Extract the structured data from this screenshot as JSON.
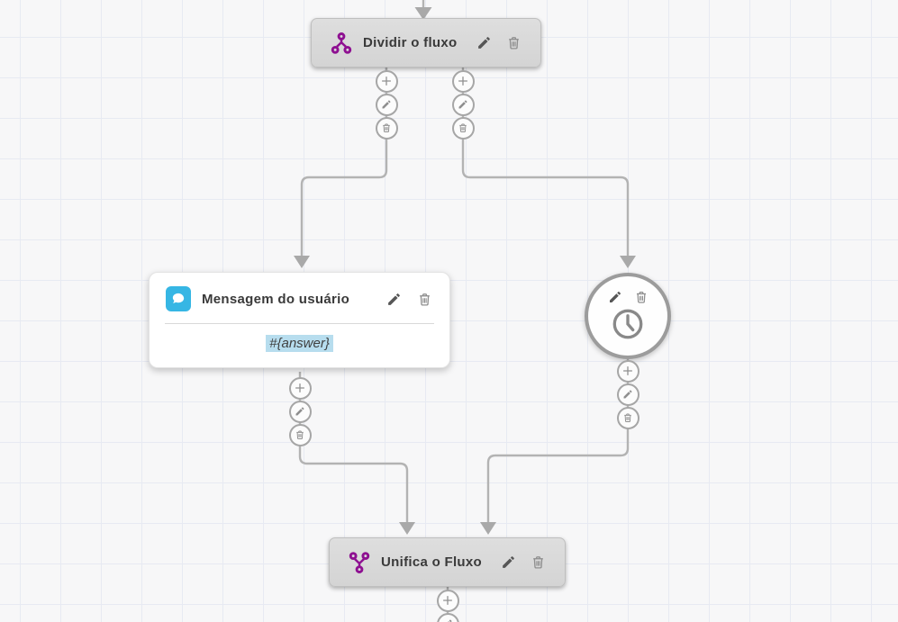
{
  "app": {
    "name": "Chatbot flow builder canvas"
  },
  "colors": {
    "accent_purple": "#8e1091",
    "accent_blue": "#36b6e4",
    "node_gray": "#d7d7d7",
    "connector_gray": "#b3b3b3",
    "variable_highlight": "#b7ddee",
    "canvas_background": "#f7f7f8",
    "grid_line": "#e7eaf2"
  },
  "nodes": {
    "split": {
      "title": "Dividir o fluxo",
      "icon": "split-flow-icon",
      "actions": [
        "edit",
        "delete"
      ]
    },
    "user_message": {
      "title": "Mensagem do usuário",
      "body_variable": "#{answer}",
      "icon": "chat-bubble-icon",
      "actions": [
        "edit",
        "delete"
      ]
    },
    "timer": {
      "icon": "clock-icon",
      "actions": [
        "edit",
        "delete"
      ]
    },
    "merge": {
      "title": "Unifica o Fluxo",
      "icon": "merge-flow-icon",
      "actions": [
        "edit",
        "delete"
      ]
    }
  },
  "connector_actions": [
    "add",
    "edit",
    "delete"
  ]
}
